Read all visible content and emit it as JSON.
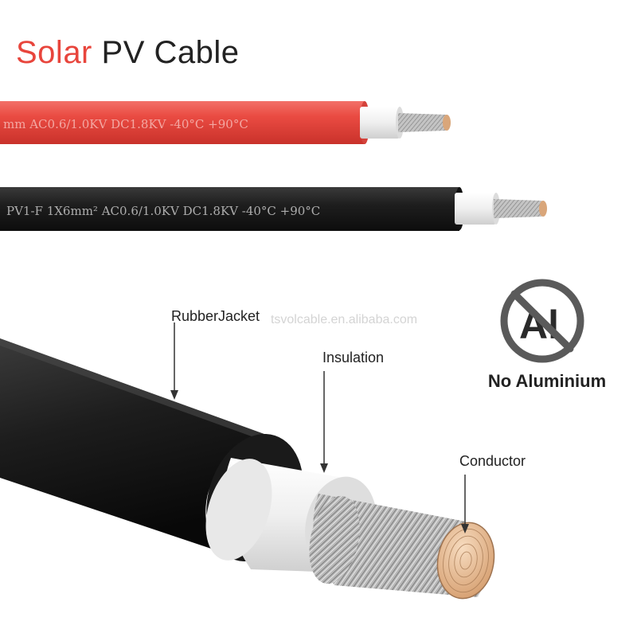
{
  "title": {
    "accent_word": "Solar",
    "rest": "PV Cable"
  },
  "cables": {
    "red": {
      "print": "mm  AC0.6/1.0KV DC1.8KV  -40°C +90°C",
      "color": "#e94b43"
    },
    "black": {
      "print": "PV1-F 1X6mm²  AC0.6/1.0KV DC1.8KV  -40°C +90°C",
      "color": "#1c1c1c"
    }
  },
  "labels": {
    "rubber_jacket": "RubberJacket",
    "insulation": "Insulation",
    "conductor": "Conductor"
  },
  "watermark": "tsvolcable.en.alibaba.com",
  "no_aluminium": {
    "symbol": "Al",
    "caption": "No Aluminium",
    "icon": "prohibited-sign-icon"
  },
  "colors": {
    "red_jacket": "#e94b43",
    "black_jacket": "#1c1c1c",
    "insulation": "#f2f2f2",
    "copper": "#e6b98f",
    "title_accent": "#e8453c"
  }
}
